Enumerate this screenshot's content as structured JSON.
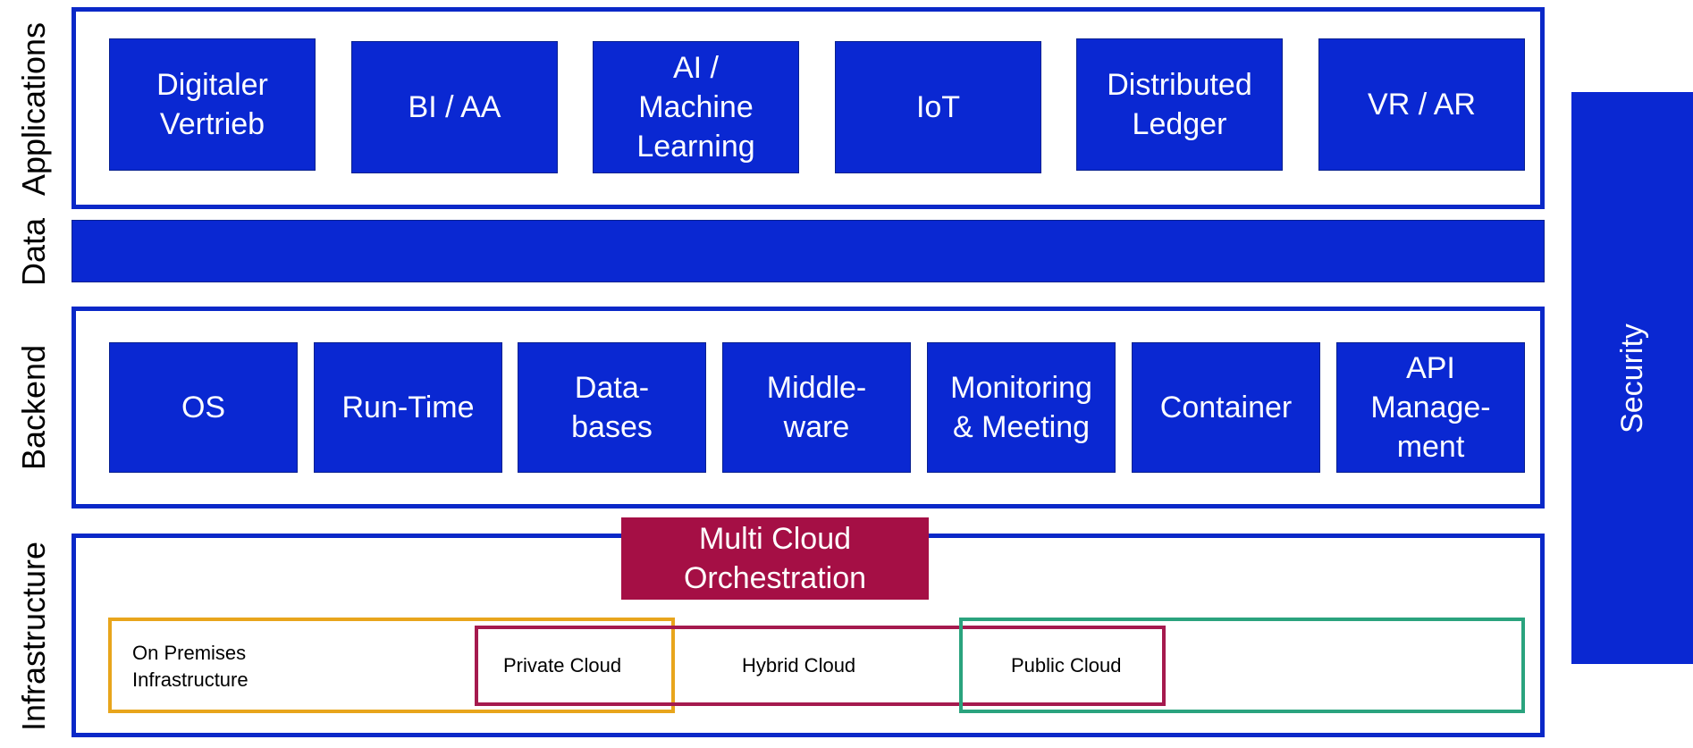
{
  "layers": {
    "applications": "Applications",
    "data": "Data",
    "backend": "Backend",
    "infrastructure": "Infrastructure"
  },
  "applications": {
    "tiles": [
      "Digitaler\nVertrieb",
      "BI / AA",
      "AI /\nMachine\nLearning",
      "IoT",
      "Distributed\nLedger",
      "VR / AR"
    ]
  },
  "backend": {
    "tiles": [
      "OS",
      "Run-Time",
      "Data-\nbases",
      "Middle-\nware",
      "Monitoring\n& Meeting",
      "Container",
      "API\nManage-\nment"
    ]
  },
  "security": "Security",
  "infrastructure": {
    "orchestration": "Multi Cloud\nOrchestration",
    "zones": {
      "on_premises": "On Premises\nInfrastructure",
      "private_cloud": "Private Cloud",
      "hybrid_cloud": "Hybrid Cloud",
      "public_cloud": "Public Cloud"
    }
  },
  "colors": {
    "primary_blue": "#0a28d2",
    "orchestration": "#a50f45",
    "on_premises_border": "#e8a51c",
    "hybrid_border": "#a51a4e",
    "public_border": "#2aa37e"
  }
}
